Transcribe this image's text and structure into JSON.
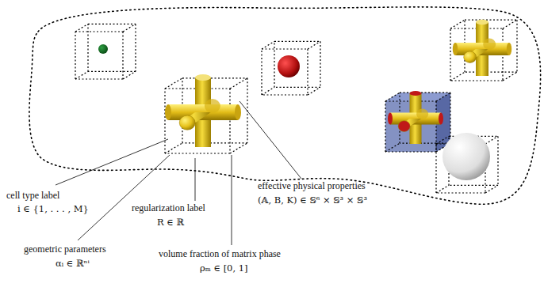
{
  "diagram": {
    "labels": [
      "cell type label",
      "i ∈ {1, . . . , M}",
      "geometric parameters",
      "αᵢ ∈ ℝⁿⁱ",
      "regularization label",
      "R ∈ ℝ",
      "volume fraction of matrix phase",
      "ρₘ ∈ [0, 1]",
      "effective physical properties",
      "(𝔸, B, K) ∈ 𝕊⁶ × 𝕊³ × 𝕊³"
    ]
  }
}
